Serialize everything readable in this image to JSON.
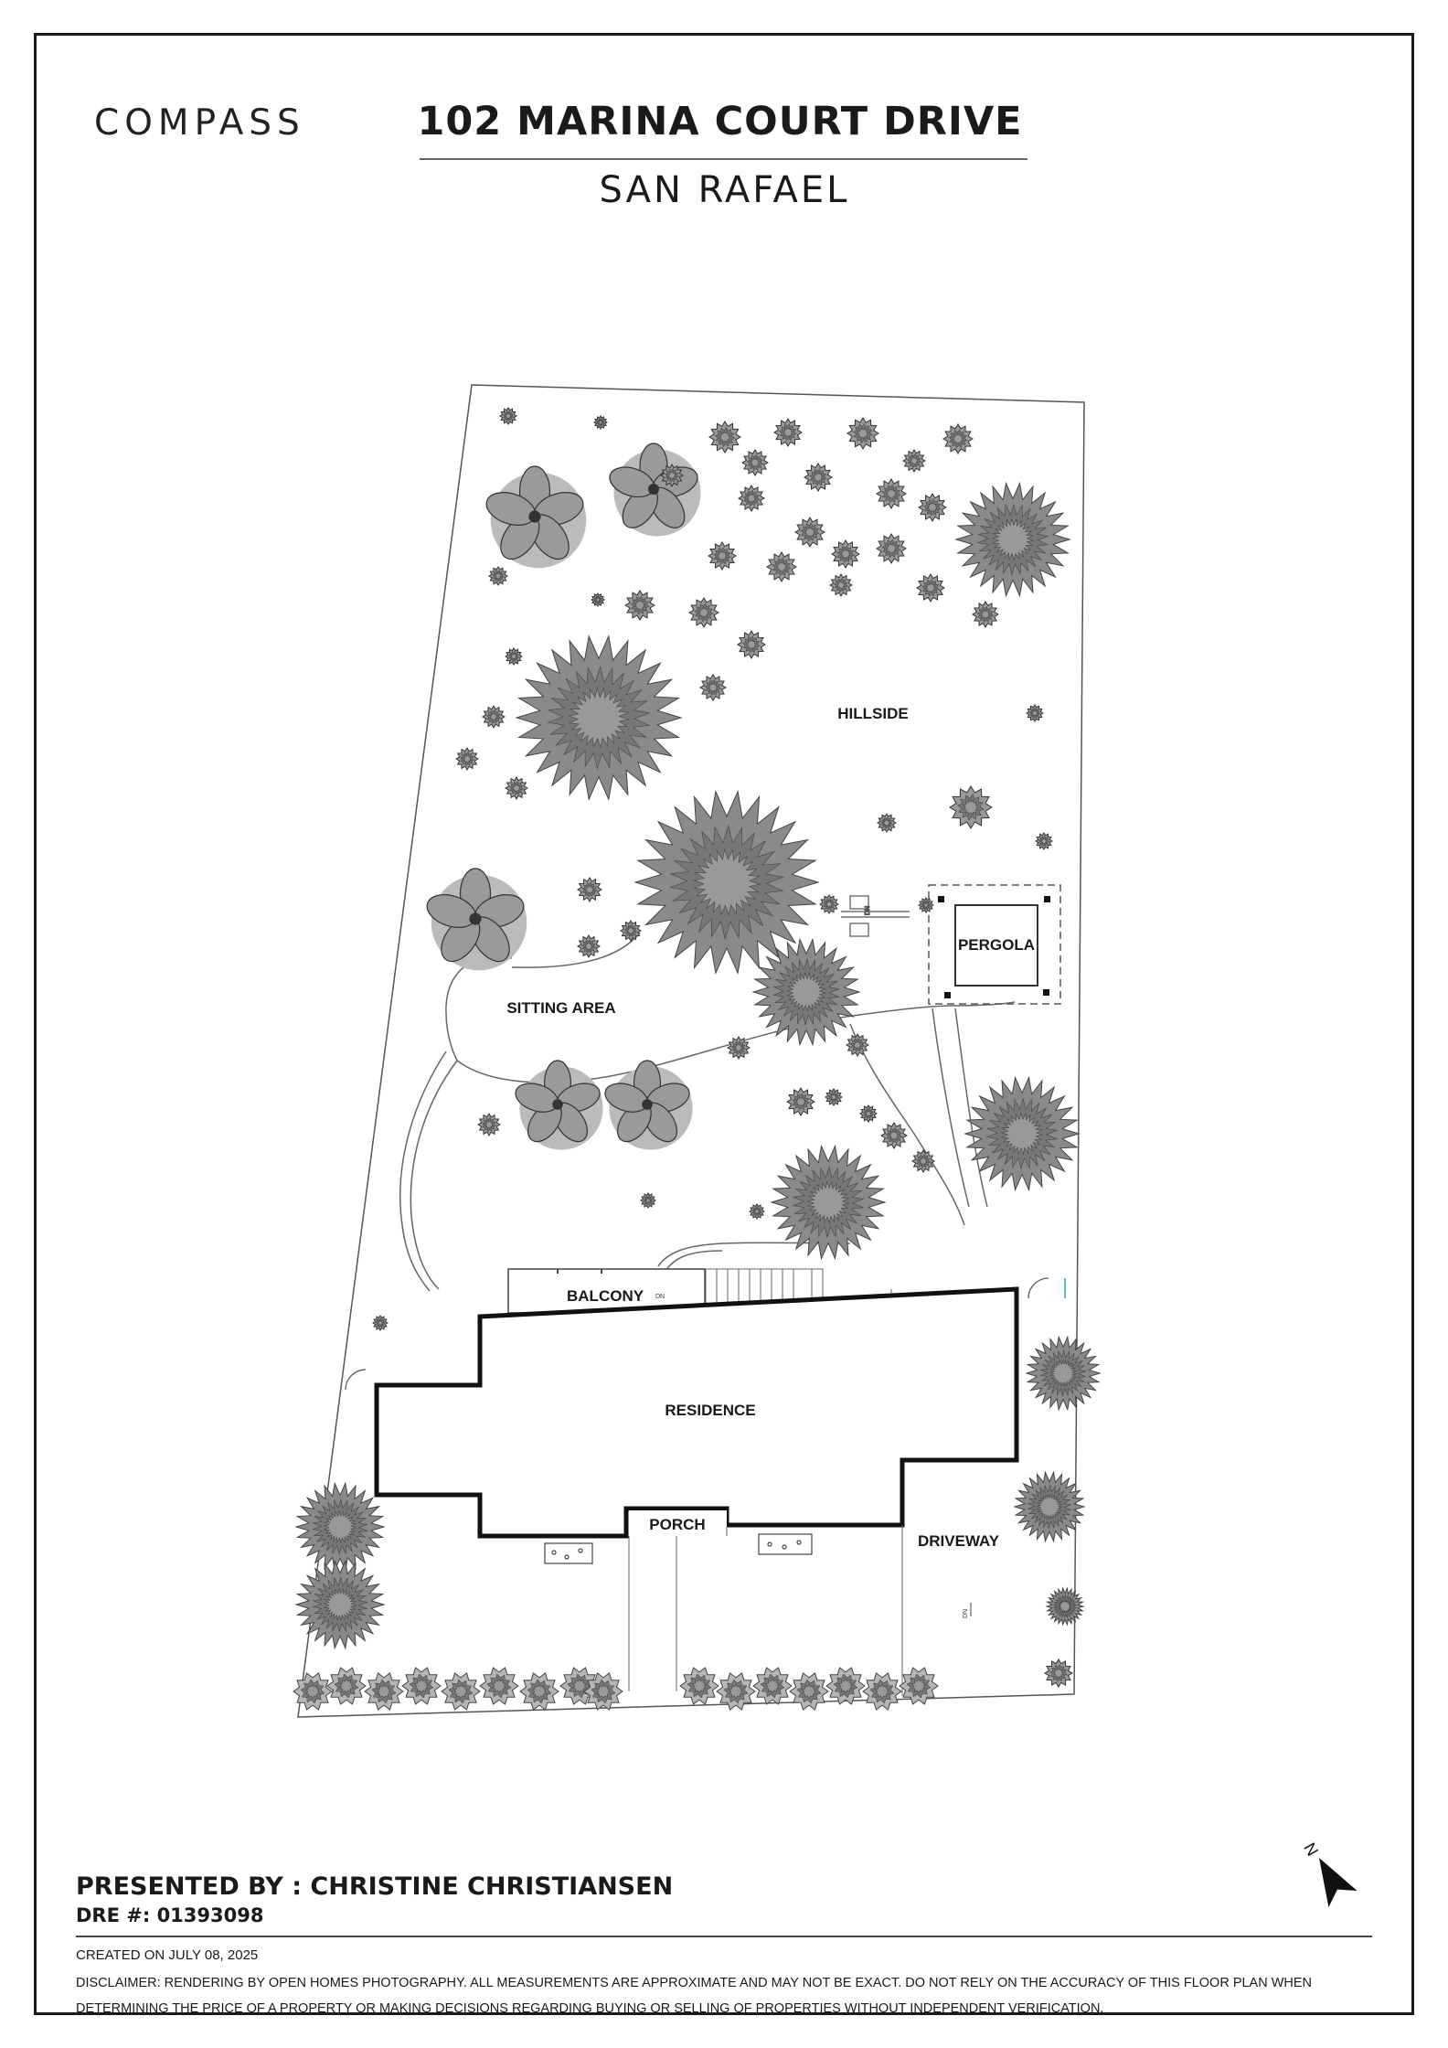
{
  "header": {
    "logo": "COMPASS",
    "address": "102 MARINA COURT DRIVE",
    "city": "SAN RAFAEL"
  },
  "plan": {
    "labels": {
      "hillside": "HILLSIDE",
      "pergola": "PERGOLA",
      "sitting_area": "SITTING AREA",
      "balcony": "BALCONY",
      "residence": "RESIDENCE",
      "porch": "PORCH",
      "driveway": "DRIVEWAY"
    },
    "stair_marker": "DN",
    "north_marker": "N"
  },
  "footer": {
    "presented_by": "PRESENTED BY : CHRISTINE CHRISTIANSEN",
    "dre": "DRE #: 01393098",
    "created": "CREATED ON JULY 08, 2025",
    "disclaimer": "DISCLAIMER: RENDERING BY OPEN HOMES PHOTOGRAPHY. ALL MEASUREMENTS ARE APPROXIMATE AND MAY NOT BE EXACT. DO NOT RELY ON THE ACCURACY OF THIS FLOOR PLAN WHEN DETERMINING THE PRICE OF A PROPERTY OR MAKING DECISIONS REGARDING BUYING OR SELLING OF PROPERTIES WITHOUT INDEPENDENT VERIFICATION."
  },
  "colors": {
    "ink": "#1a1a1a",
    "tree_fill": "#8a8a8a",
    "tree_dark": "#555555",
    "plant_fill": "#b5b5b5"
  },
  "icons": [
    "large-tree-icon",
    "palm-tree-icon",
    "shrub-icon",
    "north-arrow-icon"
  ]
}
